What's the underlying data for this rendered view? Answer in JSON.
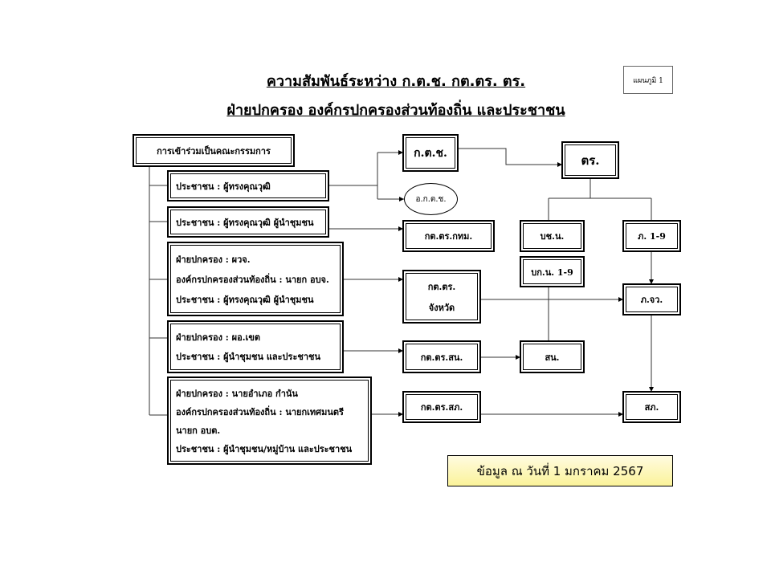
{
  "title": {
    "line1": "ความสัมพันธ์ระหว่าง ก.ต.ช. กต.ตร. ตร.",
    "line2": "ฝ่ายปกครอง องค์กรปกครองส่วนท้องถิ่น และประชาชน"
  },
  "badge": "แผนภูมิ 1",
  "committee": {
    "header": "การเข้าร่วมเป็นคณะกรรมการ",
    "groups": [
      {
        "lines": [
          "ประชาชน : ผู้ทรงคุณวุฒิ"
        ]
      },
      {
        "lines": [
          "ประชาชน : ผู้ทรงคุณวุฒิ  ผู้นำชุมชน"
        ]
      },
      {
        "lines": [
          "ฝ่ายปกครอง :  ผวจ.",
          "องค์กรปกครองส่วนท้องถิ่น : นายก อบจ.",
          "ประชาชน  : ผู้ทรงคุณวุฒิ  ผู้นำชุมชน"
        ]
      },
      {
        "lines": [
          "ฝ่ายปกครอง :  ผอ.เขต",
          "ประชาชน  : ผู้นำชุมชน และประชาชน"
        ]
      },
      {
        "lines": [
          "ฝ่ายปกครอง :  นายอำเภอ กำนัน",
          "องค์กรปกครองส่วนท้องถิ่น : นายกเทศมนตรี",
          "นายก อบต.",
          "ประชาชน  : ผู้นำชุมชน/หมู่บ้าน และประชาชน"
        ]
      }
    ]
  },
  "nodes": {
    "ktch": "ก.ต.ช.",
    "aktch": "อ.ก.ต.ช.",
    "tr": "ตร.",
    "ktt_bkk": "กต.ตร.กทม.",
    "bchn": "บช.น.",
    "ph19": "ภ. 1-9",
    "bkn19": "บก.น. 1-9",
    "ktt_prov_1": "กต.ตร.",
    "ktt_prov_2": "จังหวัด",
    "phjw": "ภ.จว.",
    "ktt_sn": "กต.ตร.สน.",
    "sn": "สน.",
    "ktt_sp": "กต.ตร.สภ.",
    "sp": "สภ."
  },
  "note": "ข้อมูล ณ วันที่ 1 มกราคม 2567"
}
